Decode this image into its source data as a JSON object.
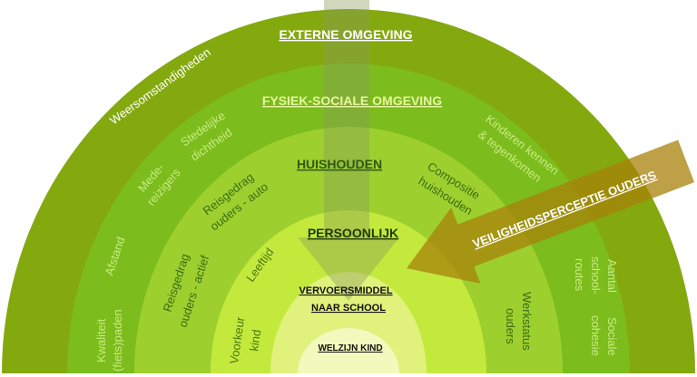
{
  "layers": {
    "externe": "EXTERNE OMGEVING",
    "fysiek": "FYSIEK-SOCIALE OMGEVING",
    "huishouden": "HUISHOUDEN",
    "persoonlijk": "PERSOONLIJK",
    "vervoer_1": "VERVOERSMIDDEL",
    "vervoer_2": "NAAR SCHOOL",
    "welzijn": "WELZIJN KIND"
  },
  "factors": {
    "weersomstandigheden": "Weersomstandigheden",
    "mede_1": "Mede-",
    "mede_2": "reizigers",
    "stedelijk_1": "Stedelijke",
    "stedelijk_2": "dichtheid",
    "kinderen_1": "Kinderen kennen",
    "kinderen_2": "& tegenkomen",
    "afstand": "Afstand",
    "kwaliteit_1": "Kwaliteit",
    "kwaliteit_2": "(fiets)paden",
    "aantal_1": "Aantal",
    "aantal_2": "school-",
    "aantal_3": "routes",
    "sociale_1": "Sociale",
    "sociale_2": "cohesie",
    "reis_auto_1": "Reisgedrag",
    "reis_auto_2": "ouders - auto",
    "compositie_1": "Compositie",
    "compositie_2": "huishouden",
    "reis_actief_1": "Reisgedrag",
    "reis_actief_2": "ouders - actief",
    "werkstatus_1": "Werkstatus",
    "werkstatus_2": "ouders",
    "leeftijd": "Leeftijd",
    "voorkeur_1": "Voorkeur",
    "voorkeur_2": "kind"
  },
  "arrow_label": "VEILIGHEIDSPERCEPTIE OUDERS",
  "colors": {
    "externe": "#84a90f",
    "fysiek": "#7cbc1d",
    "huishouden": "#9dd02e",
    "persoonlijk": "#c4e93d",
    "vervoer": "#e0f27c",
    "welzijn": "#f3f8bc",
    "arrow": "#a8820a"
  }
}
